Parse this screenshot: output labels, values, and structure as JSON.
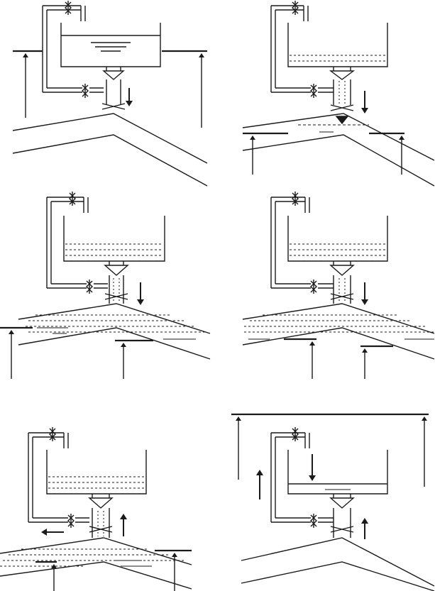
{
  "figure": {
    "panel_count": 6,
    "colors": {
      "line": "#1a1a1a",
      "background": "#ffffff"
    }
  },
  "panels": [
    {
      "id": "panel-1",
      "tank_fill": "nearly-full",
      "tank_liquid_style": "surface-lines",
      "ground_fill": "none",
      "flow_arrow_direction": "down",
      "side_arrows": "up",
      "level_bars": "high-both-sides"
    },
    {
      "id": "panel-2",
      "tank_fill": "low",
      "tank_liquid_style": "dashed",
      "ground_fill": "thin",
      "flow_arrow_direction": "down",
      "side_arrows": "up",
      "level_bars": "low-both-sides"
    },
    {
      "id": "panel-3",
      "tank_fill": "medium",
      "tank_liquid_style": "dashed",
      "ground_fill": "large",
      "flow_arrow_direction": "down",
      "side_arrows": "up",
      "level_bars": "left-high-right-low"
    },
    {
      "id": "panel-4",
      "tank_fill": "medium",
      "tank_liquid_style": "dashed",
      "ground_fill": "large",
      "flow_arrow_direction": "down",
      "side_arrows": "up",
      "level_bars": "low-both-sides"
    },
    {
      "id": "panel-5",
      "tank_fill": "medium",
      "tank_liquid_style": "dashed",
      "ground_fill": "large",
      "flow_arrow_direction": "up",
      "side_arrows": "up",
      "level_bars": "left-low-right-high",
      "extra_arrow": "left"
    },
    {
      "id": "panel-6",
      "tank_fill": "low",
      "tank_liquid_style": "surface-line",
      "ground_fill": "none",
      "flow_arrow_direction": "up",
      "side_arrows": "up",
      "level_bars": "single-top-line",
      "extra_arrow": "up-left"
    }
  ]
}
